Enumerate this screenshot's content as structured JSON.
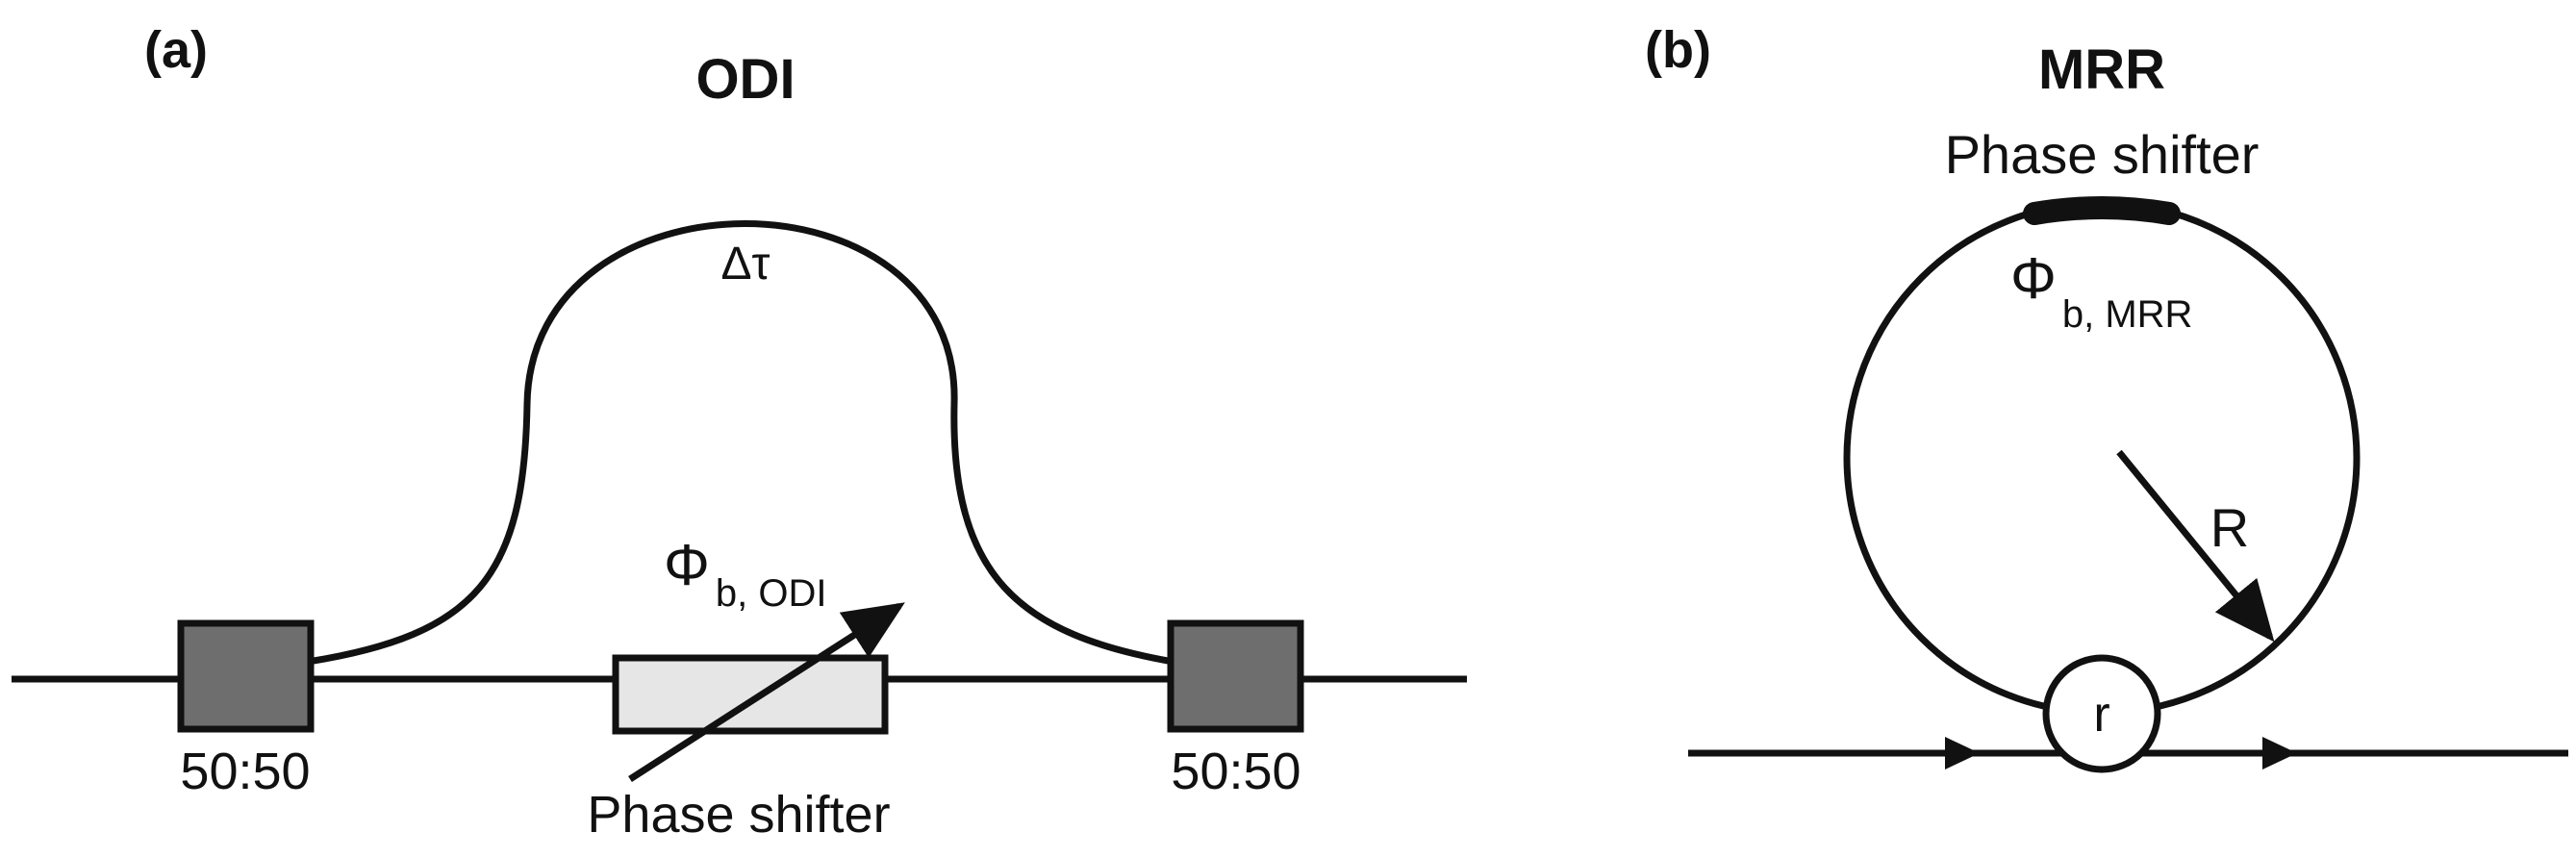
{
  "panel_a": {
    "label": "(a)",
    "title": "ODI",
    "delay_label": "Δτ",
    "phase_symbol": "Φ",
    "phase_subscript": "b, ODI",
    "phase_shifter_label": "Phase shifter",
    "coupler_left_label": "50:50",
    "coupler_right_label": "50:50"
  },
  "panel_b": {
    "label": "(b)",
    "title": "MRR",
    "phase_shifter_label": "Phase shifter",
    "phase_symbol": "Φ",
    "phase_subscript": "b, MRR",
    "radius_label": "R",
    "coupling_label": "r"
  },
  "colors": {
    "stroke": "#111111",
    "coupler_fill": "#6e6e6e",
    "phase_shifter_fill": "#e6e6e6"
  }
}
